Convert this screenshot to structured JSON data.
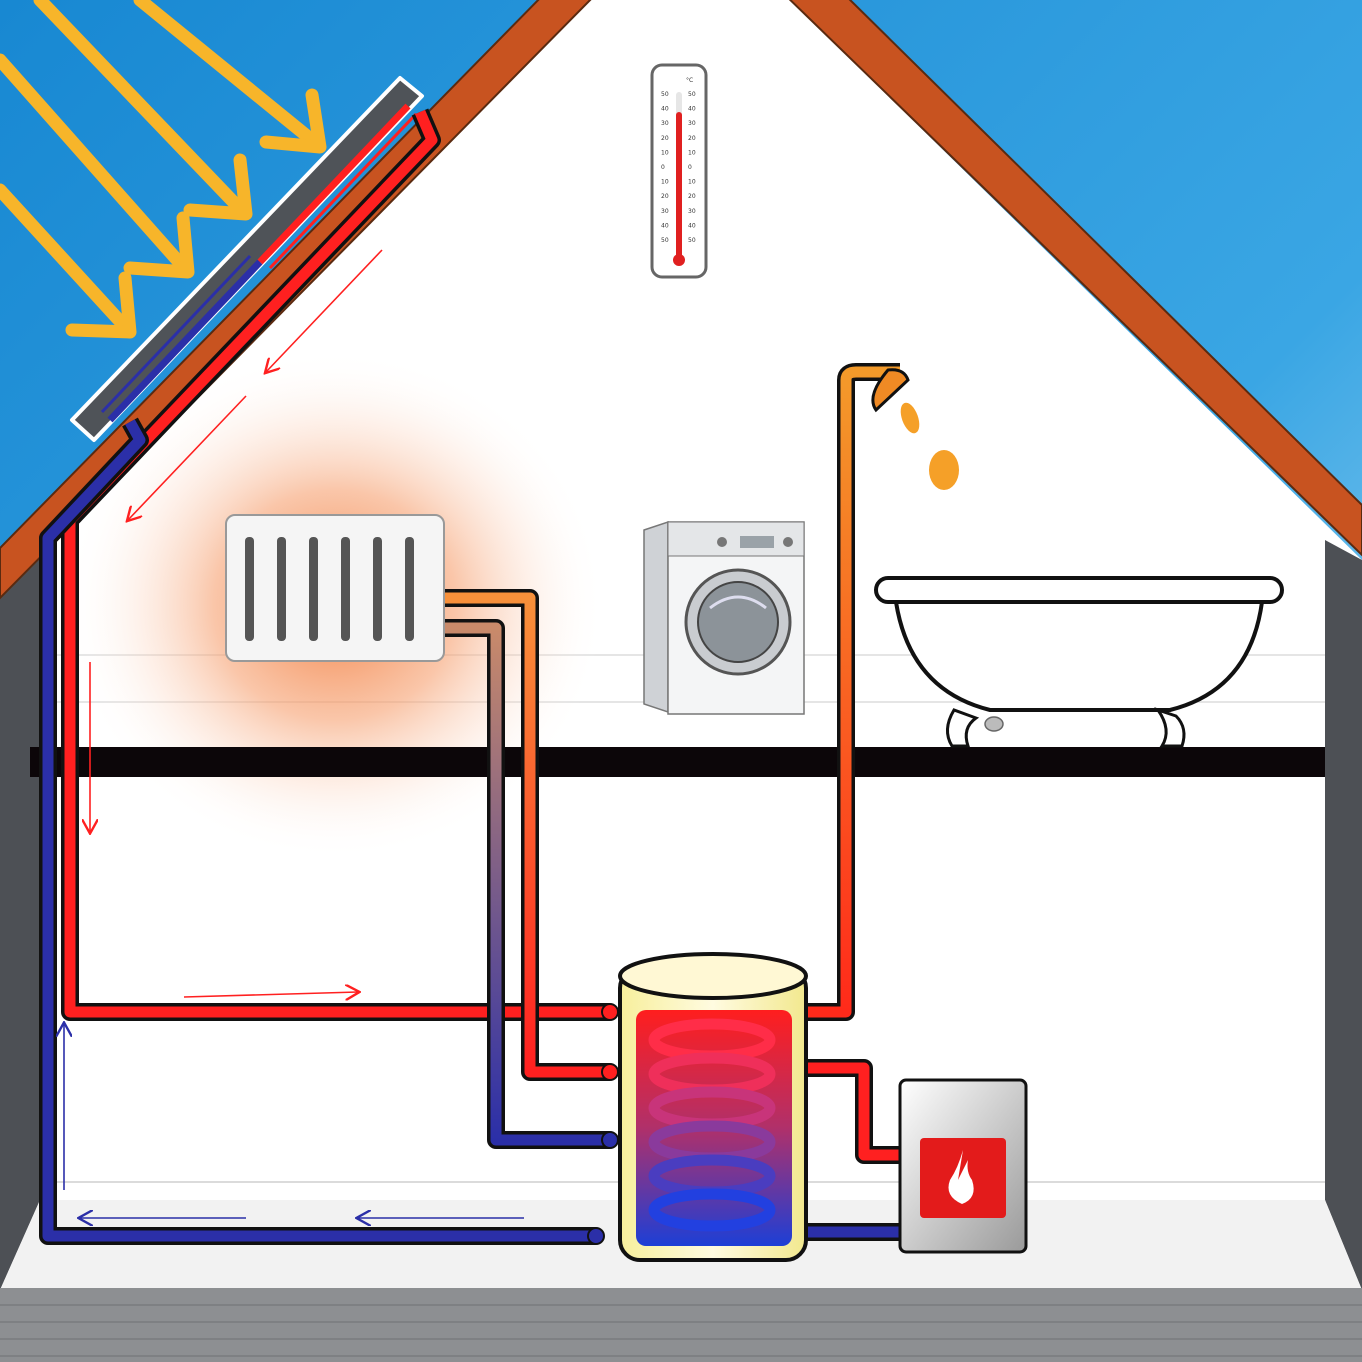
{
  "diagram": {
    "components": [
      {
        "name": "sun-rays"
      },
      {
        "name": "solar-collector"
      },
      {
        "name": "thermometer"
      },
      {
        "name": "radiator"
      },
      {
        "name": "washing-machine"
      },
      {
        "name": "shower"
      },
      {
        "name": "bathtub"
      },
      {
        "name": "hot-water-storage-tank"
      },
      {
        "name": "boiler"
      }
    ],
    "thermometer": {
      "unit": "°C",
      "scale_left": [
        "50",
        "40",
        "30",
        "20",
        "10",
        "0",
        "10",
        "20",
        "30",
        "40",
        "50"
      ],
      "scale_right": [
        "50",
        "40",
        "30",
        "20",
        "10",
        "0",
        "10",
        "20",
        "30",
        "40",
        "50"
      ]
    },
    "boiler_icon": "flame-icon",
    "colors": {
      "sky_top": "#1a8fd6",
      "sky_bottom": "#a9dcf5",
      "roof": "#c9531c",
      "wall": "#4a4d52",
      "hot_pipe": "#ff2020",
      "cold_pipe": "#2b2fa8",
      "dhw_pipe": "#f08a24",
      "sun_arrow": "#f7b52a",
      "heat_glow": "#f4874b",
      "floor": "#0c0609",
      "boiler_badge": "#e31b1b"
    }
  }
}
